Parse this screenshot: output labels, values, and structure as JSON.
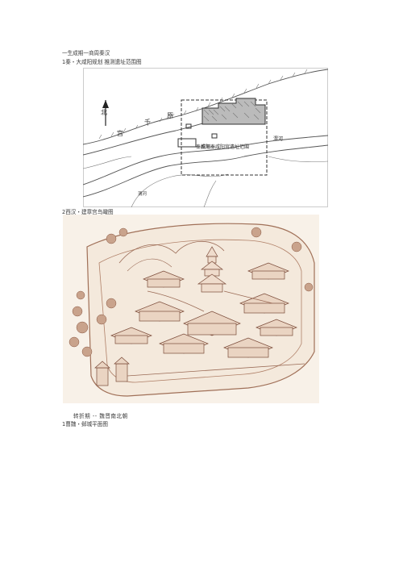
{
  "sections": {
    "heading": "一生成期一商周秦汉",
    "caption1": "1秦・大咸阳规划 推测遗址范围图",
    "caption2": "2西汉・建章宫鸟瞰图",
    "heading2": "转折期 -- 魏晋南北朝",
    "caption3": "1曹魏・邺城平面图"
  },
  "map": {
    "north": "北",
    "river_name": "渭河",
    "label_left1": "宫",
    "label_left2": "千",
    "label_left3": "原",
    "label_center": "秦咸阳",
    "label_site": "推测秦咸阳宫遗址范围",
    "label_bottom": "渭河"
  }
}
